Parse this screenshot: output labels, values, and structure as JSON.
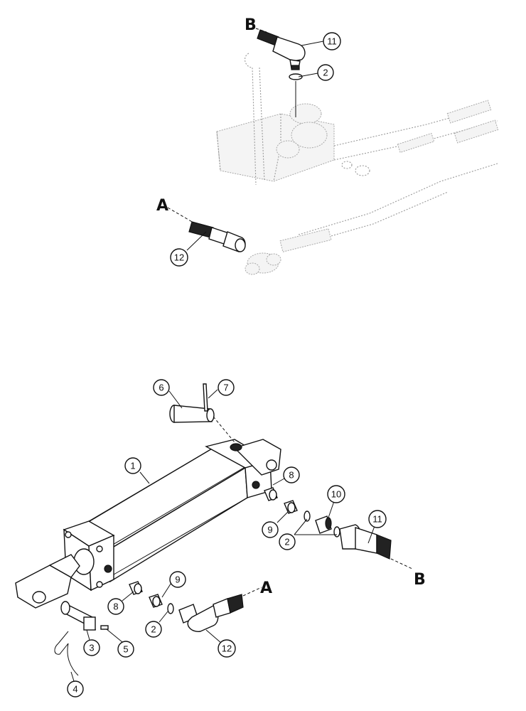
{
  "letters": {
    "a_top": "A",
    "b_top": "B",
    "a_bottom": "A",
    "b_bottom": "B"
  },
  "callouts": {
    "c11_top": "11",
    "c2_top": "2",
    "c12_top": "12",
    "c6": "6",
    "c7": "7",
    "c1": "1",
    "c8_right": "8",
    "c10": "10",
    "c11_bottom": "11",
    "c9_right": "9",
    "c2_right": "2",
    "c9_left": "9",
    "c8_left": "8",
    "c2_left": "2",
    "c12_bottom": "12",
    "c3": "3",
    "c5": "5",
    "c4": "4"
  }
}
